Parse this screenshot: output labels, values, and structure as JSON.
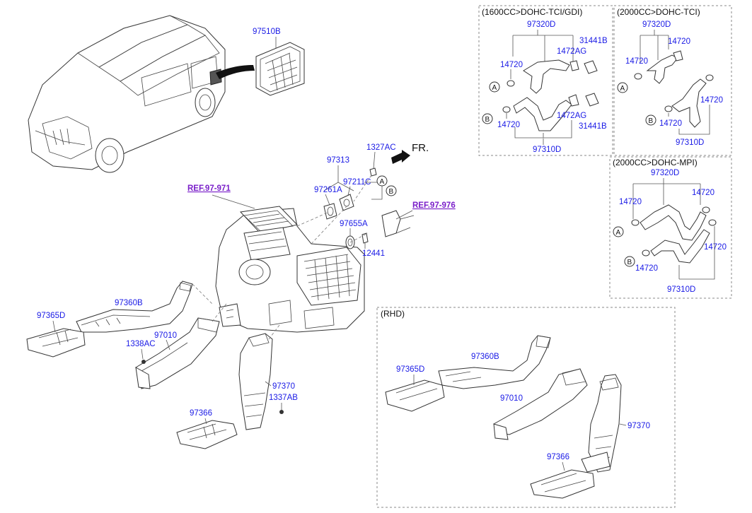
{
  "main": {
    "ref_left": "REF.97-971",
    "ref_right": "REF.97-976",
    "fr_label": "FR.",
    "labels": {
      "p97510B": "97510B",
      "p97313": "97313",
      "p1327AC": "1327AC",
      "p97211C": "97211C",
      "p97261A": "97261A",
      "p97655A": "97655A",
      "p12441": "12441",
      "p97360B": "97360B",
      "p97365D": "97365D",
      "p97010": "97010",
      "p1338AC": "1338AC",
      "p97370": "97370",
      "p1337AB": "1337AB",
      "p97366": "97366"
    },
    "circle_a": "A",
    "circle_b": "B"
  },
  "box1": {
    "title": "(1600CC>DOHC-TCI/GDI)",
    "p97320D": "97320D",
    "p31441B_top": "31441B",
    "p1472AG_top": "1472AG",
    "p14720_left": "14720",
    "p14720_bottom": "14720",
    "p1472AG_bottom": "1472AG",
    "p31441B_bottom": "31441B",
    "p97310D": "97310D",
    "circle_a": "A",
    "circle_b": "B"
  },
  "box2": {
    "title": "(2000CC>DOHC-TCI)",
    "p97320D": "97320D",
    "p14720_tr": "14720",
    "p14720_l": "14720",
    "p14720_r": "14720",
    "p14720_b": "14720",
    "p97310D": "97310D",
    "circle_a": "A",
    "circle_b": "B"
  },
  "box3": {
    "title": "(2000CC>DOHC-MPI)",
    "p97320D": "97320D",
    "p14720_tr": "14720",
    "p14720_l": "14720",
    "p14720_r": "14720",
    "p14720_b": "14720",
    "p97310D": "97310D",
    "circle_a": "A",
    "circle_b": "B"
  },
  "rhd": {
    "title": "(RHD)",
    "p97360B": "97360B",
    "p97365D": "97365D",
    "p97010": "97010",
    "p97370": "97370",
    "p97366": "97366"
  }
}
